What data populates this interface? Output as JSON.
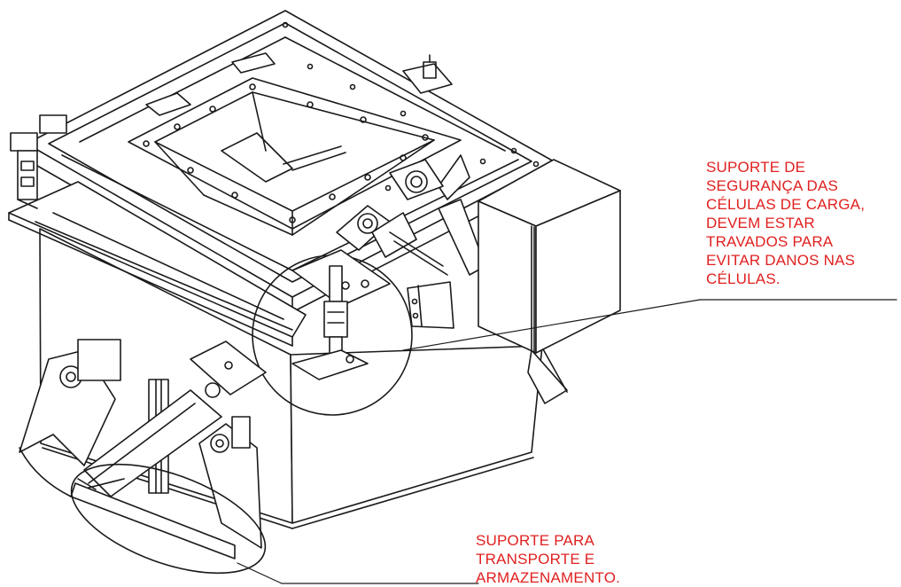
{
  "callouts": [
    {
      "lines": [
        "SUPORTE DE",
        "SEGURANÇA DAS",
        "CÉLULAS DE CARGA,",
        "DEVEM ESTAR",
        "TRAVADOS PARA",
        "EVITAR DANOS NAS",
        "CÉLULAS."
      ]
    },
    {
      "lines": [
        "SUPORTE PARA",
        "TRANSPORTE E",
        "ARMAZENAMENTO."
      ]
    }
  ],
  "colors": {
    "line": "#1a1a1a",
    "annotation": "#e02020",
    "background": "#ffffff"
  }
}
